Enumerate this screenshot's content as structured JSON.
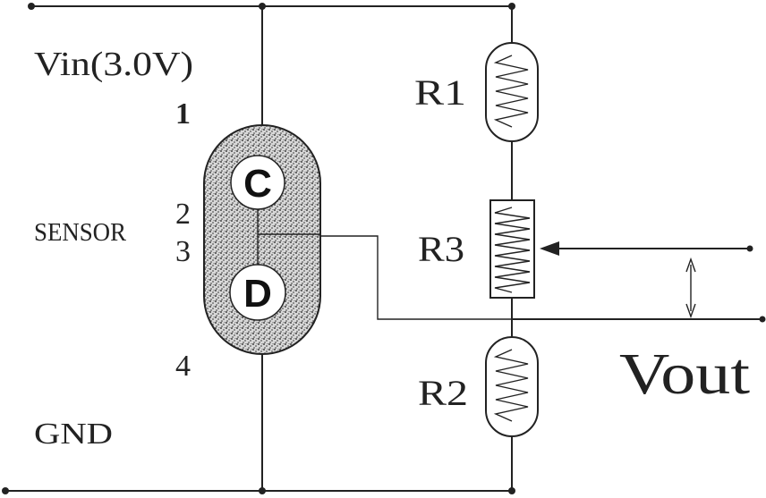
{
  "labels": {
    "vin": "Vin(3.0V)",
    "pin1": "1",
    "pin2": "2",
    "pin3": "3",
    "pin4": "4",
    "sensor": "SENSOR",
    "gnd": "GND",
    "c": "C",
    "d": "D",
    "r1": "R1",
    "r2": "R2",
    "r3": "R3",
    "vout": "Vout"
  },
  "colors": {
    "line": "#222222",
    "sensor_body": "#9a9a9a",
    "background": "#ffffff"
  }
}
